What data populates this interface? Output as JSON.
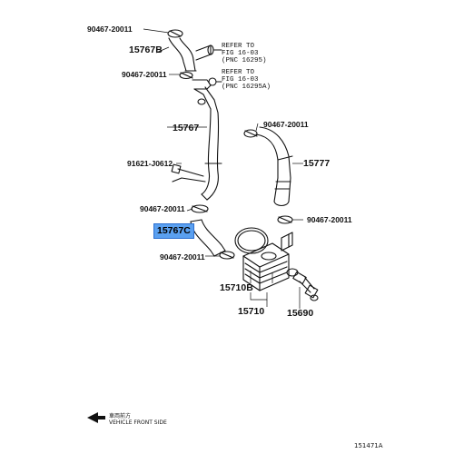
{
  "labels": {
    "p_90467_top": "90467-20011",
    "p_15767B": "15767B",
    "p_90467_2": "90467-20011",
    "p_15767": "15767",
    "p_91621": "91621-J0612",
    "p_90467_3": "90467-20011",
    "p_15767C": "15767C",
    "p_90467_4": "90467-20011",
    "p_90467_r1": "90467-20011",
    "p_15777": "15777",
    "p_90467_r2": "90467-20011",
    "p_15710B": "15710B",
    "p_15710": "15710",
    "p_15690": "15690"
  },
  "refs": {
    "ref1": [
      "REFER TO",
      "FIG 16-03",
      "(PNC 16295)"
    ],
    "ref2": [
      "REFER TO",
      "FIG 16-03",
      "(PNC 16295A)"
    ]
  },
  "footer": {
    "direction_jp": "車両前方",
    "direction_en": "VEHICLE FRONT SIDE",
    "figure_code": "151471A"
  },
  "colors": {
    "highlight": "#5aa0f0",
    "line": "#111111"
  }
}
